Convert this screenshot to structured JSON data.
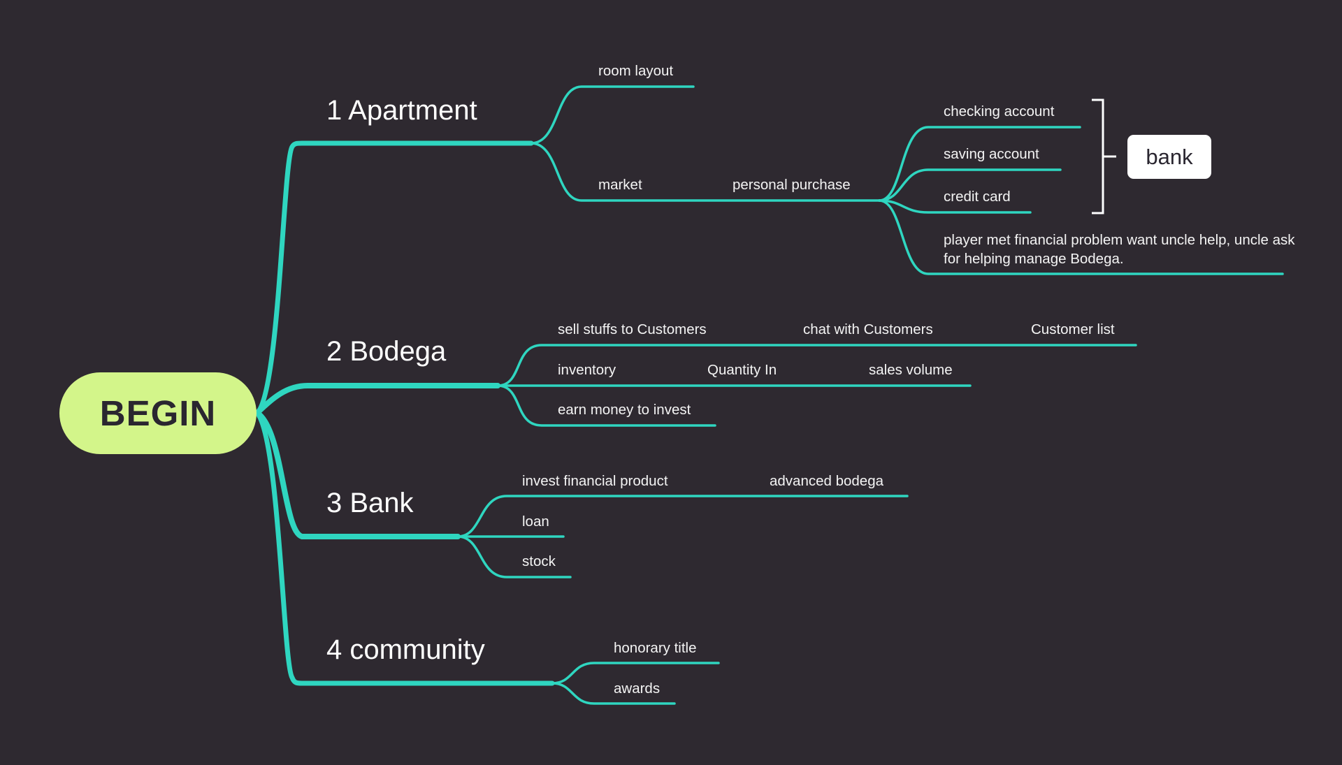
{
  "colors": {
    "background": "#2e2930",
    "connector": "#2fd6c0",
    "root_fill": "#d3f58a",
    "text": "#ffffff"
  },
  "root": {
    "label": "BEGIN"
  },
  "branches": [
    {
      "label": "1 Apartment",
      "children": [
        {
          "label": "room layout"
        },
        {
          "label": "market",
          "children": [
            {
              "label": "personal purchase",
              "children": [
                {
                  "label": "checking account"
                },
                {
                  "label": "saving account"
                },
                {
                  "label": "credit card"
                },
                {
                  "label": "player met financial problem want uncle help, uncle ask for helping manage Bodega."
                }
              ]
            }
          ]
        }
      ]
    },
    {
      "label": "2 Bodega",
      "children": [
        {
          "label": "sell stuffs to Customers",
          "chain": [
            "chat with Customers",
            "Customer list"
          ]
        },
        {
          "label": "inventory",
          "chain": [
            "Quantity In",
            "sales volume"
          ]
        },
        {
          "label": "earn money to invest"
        }
      ]
    },
    {
      "label": "3 Bank",
      "children": [
        {
          "label": "invest financial product",
          "chain": [
            "advanced bodega"
          ]
        },
        {
          "label": "loan"
        },
        {
          "label": "stock"
        }
      ]
    },
    {
      "label": "4 community",
      "children": [
        {
          "label": "honorary title"
        },
        {
          "label": "awards"
        }
      ]
    }
  ],
  "bracket_group": {
    "label": "bank"
  }
}
